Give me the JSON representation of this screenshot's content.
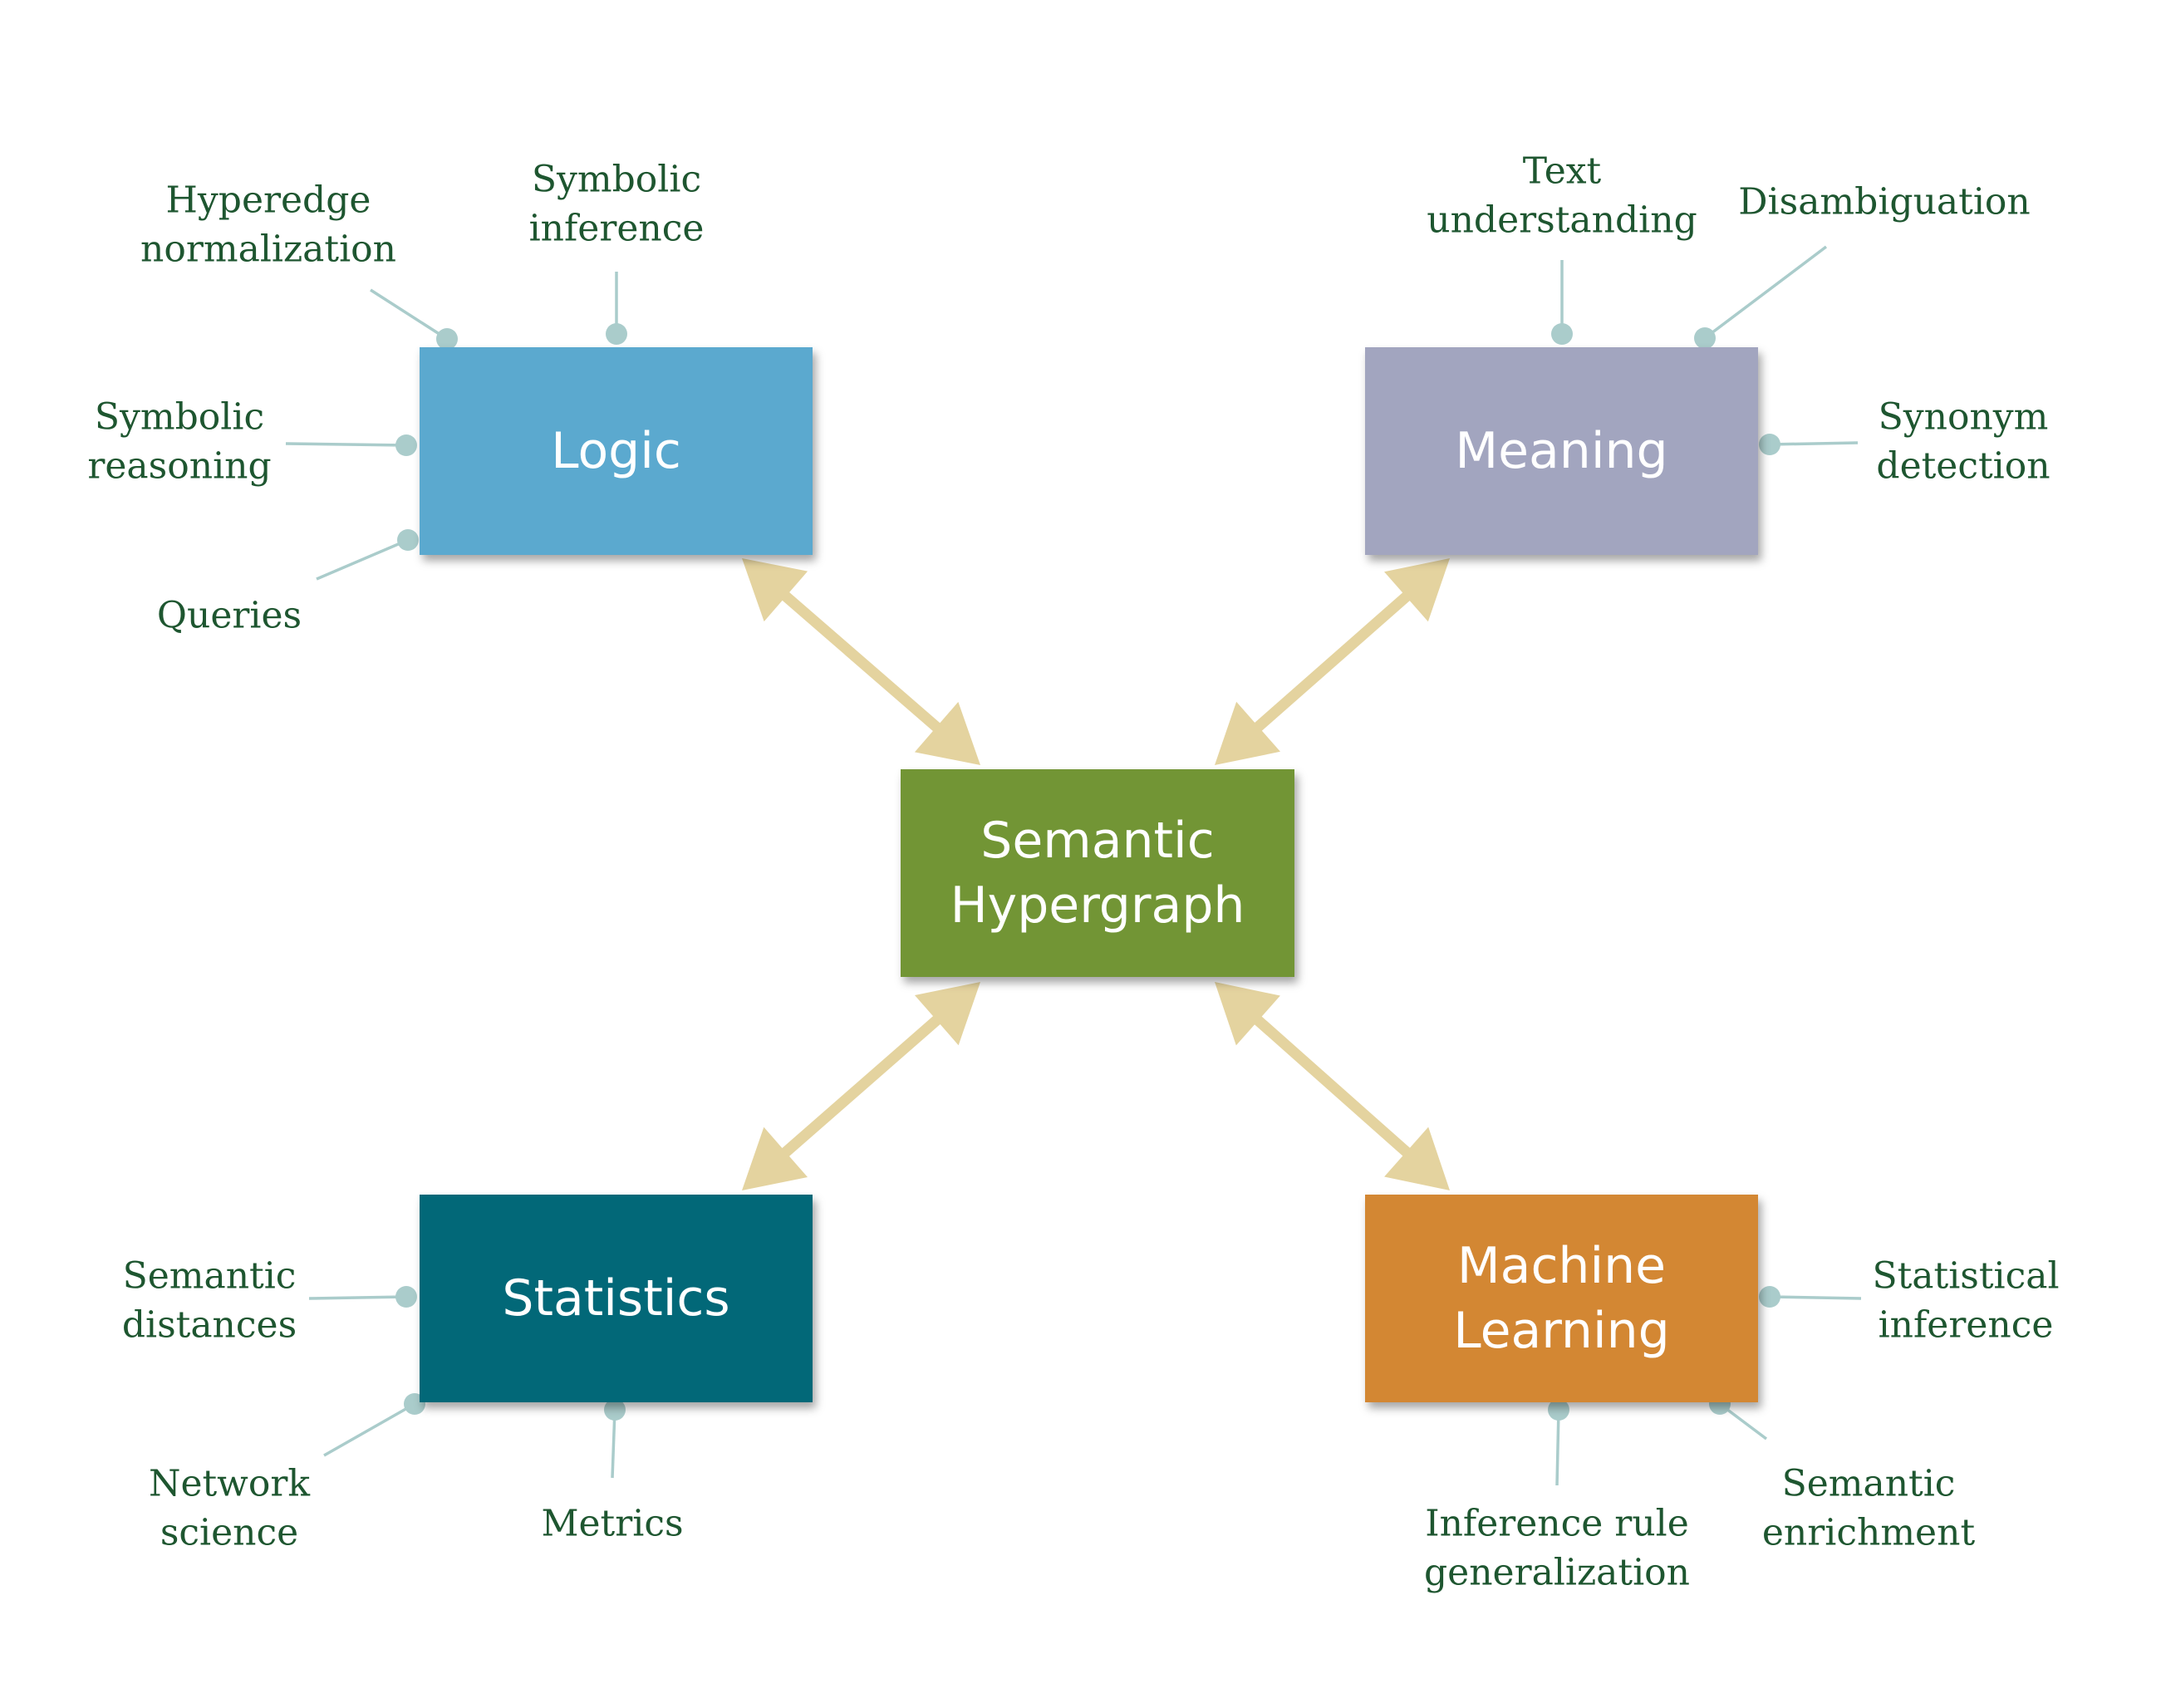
{
  "colors": {
    "logic": "#5ba9cf",
    "meaning": "#a2a5bf",
    "center": "#729535",
    "statistics": "#026878",
    "machine_learning": "#d38733",
    "arrow": "#e4d39f",
    "connector": "#aacccb",
    "label_text": "#1e5630"
  },
  "boxes": {
    "logic": "Logic",
    "meaning": "Meaning",
    "center": "Semantic\nHypergraph",
    "statistics": "Statistics",
    "machine_learning": "Machine\nLearning"
  },
  "labels": {
    "logic": {
      "hyperedge_normalization": "Hyperedge\nnormalization",
      "symbolic_inference": "Symbolic\ninference",
      "symbolic_reasoning": "Symbolic\nreasoning",
      "queries": "Queries"
    },
    "meaning": {
      "text_understanding": "Text\nunderstanding",
      "disambiguation": "Disambiguation",
      "synonym_detection": "Synonym\ndetection"
    },
    "statistics": {
      "semantic_distances": "Semantic\ndistances",
      "network_science": "Network\nscience",
      "metrics": "Metrics"
    },
    "machine_learning": {
      "statistical_inference": "Statistical\ninference",
      "inference_rule_generalization": "Inference rule\ngeneralization",
      "semantic_enrichment": "Semantic\nenrichment"
    }
  }
}
